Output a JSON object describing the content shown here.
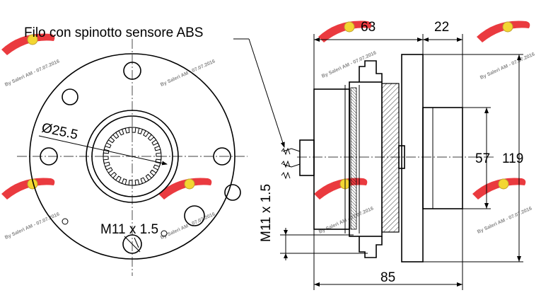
{
  "diagram": {
    "note": "Filo con spinotto sensore ABS",
    "front_view": {
      "spline_diameter": "Ø25.5",
      "thread_front": "M11 x 1.5"
    },
    "side_view": {
      "thread_side": "M11 x 1.5",
      "dimensions": {
        "d63": "63",
        "d22": "22",
        "d57": "57",
        "d119": "119",
        "d85": "85"
      }
    },
    "watermark": {
      "text": "By Salerì AM - 07.07.2016",
      "logo_color": "#e8242a",
      "logo_center_color": "#f2d21b"
    }
  }
}
